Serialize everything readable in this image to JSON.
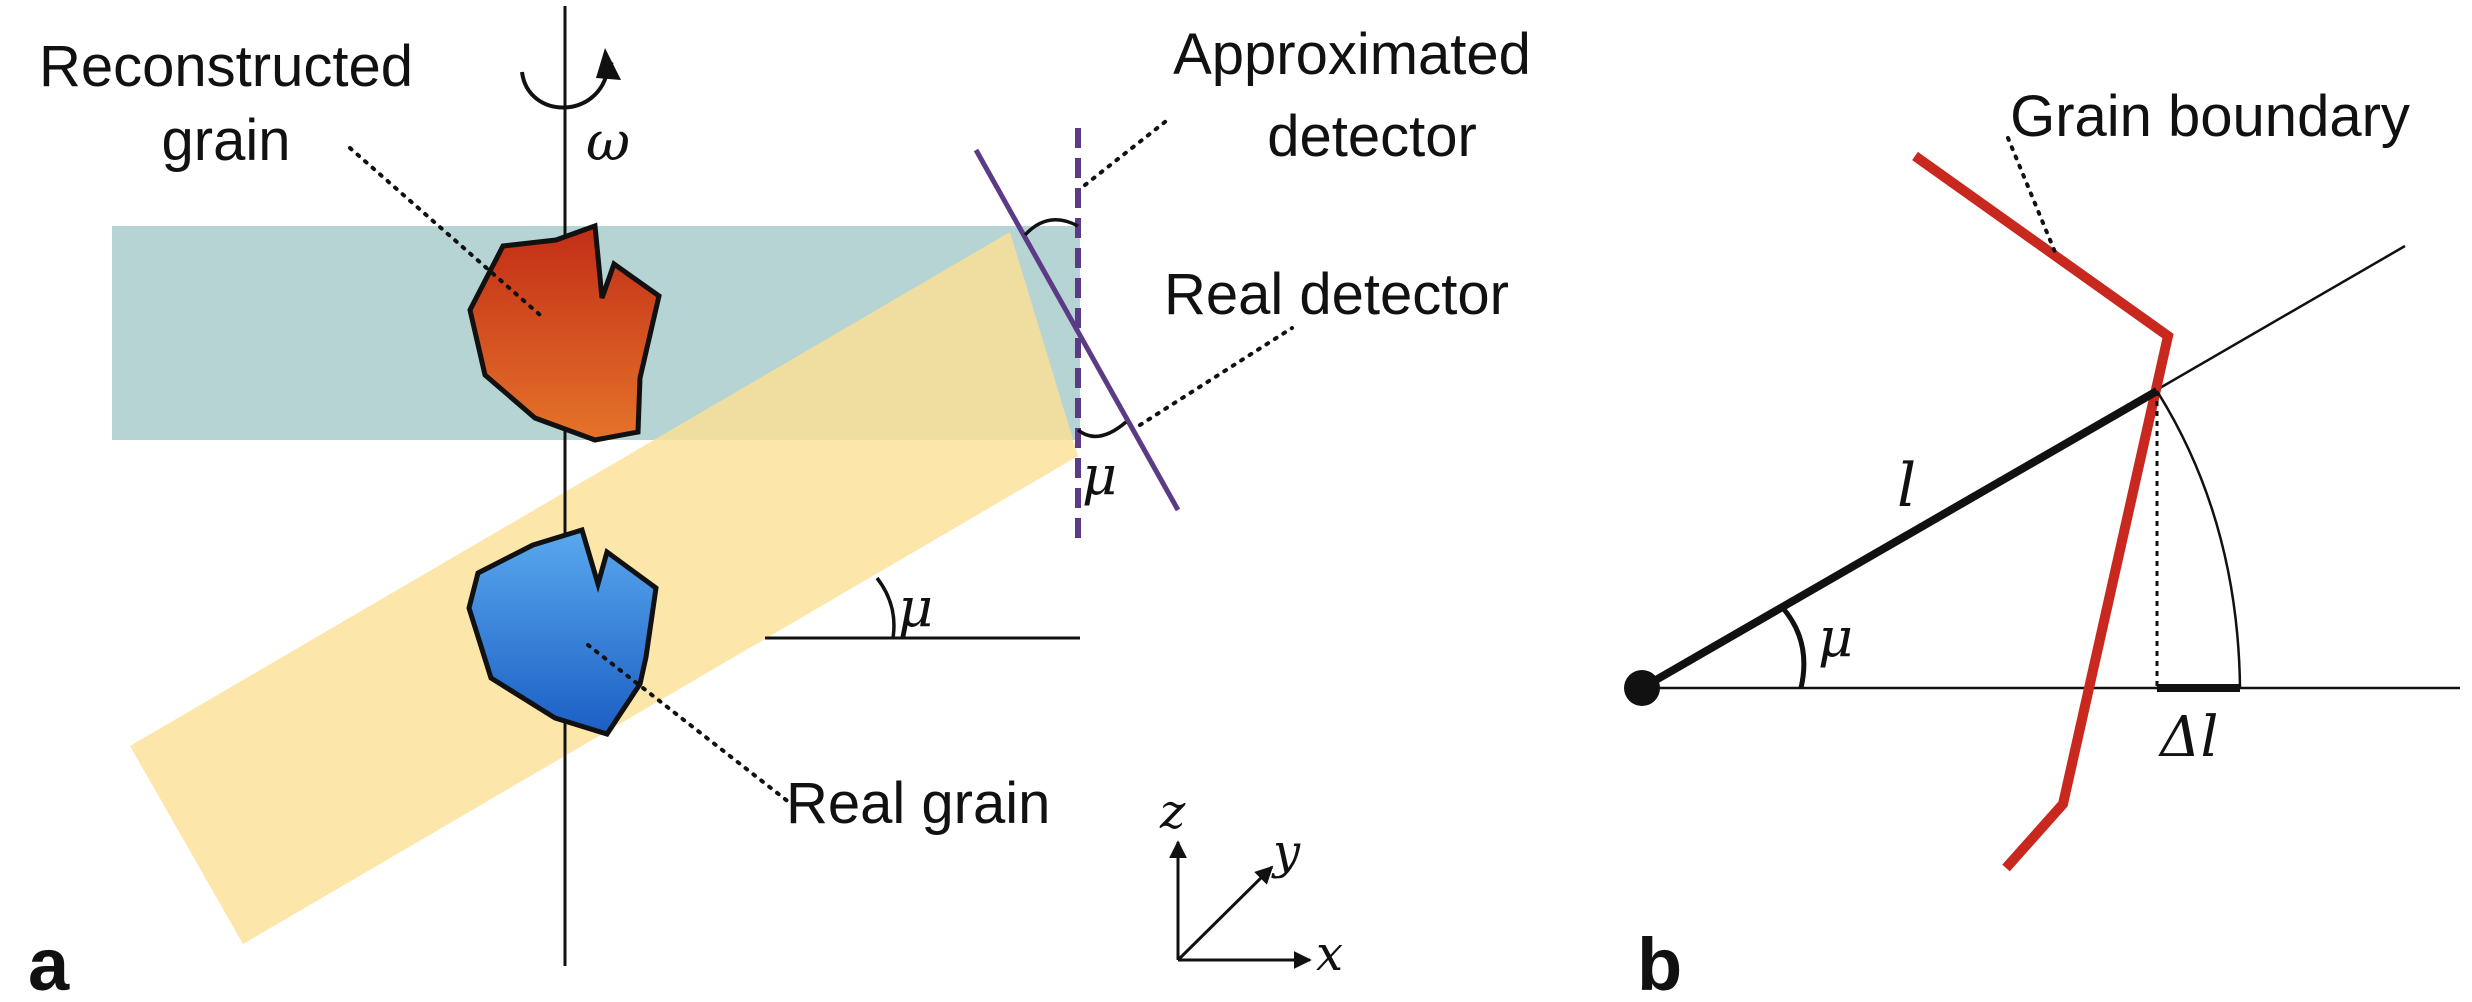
{
  "panel_a": {
    "panel_letter": "a",
    "labels": {
      "reconstructed_line1": "Reconstructed",
      "reconstructed_line2": "grain",
      "approximated_line1": "Approximated",
      "approximated_line2": "detector",
      "real_detector": "Real detector",
      "real_grain": "Real grain",
      "omega": "ω",
      "mu_beam": "μ",
      "mu_detector": "μ"
    },
    "axes": {
      "x": "x",
      "y": "y",
      "z": "z"
    },
    "colors": {
      "horizontal_beam": "#b6d4d3",
      "tilted_beam": "#fde196",
      "reconstructed_grain": "#d1461f",
      "real_grain": "#2f7fd8",
      "detector": "#5b3b86"
    }
  },
  "panel_b": {
    "panel_letter": "b",
    "labels": {
      "grain_boundary": "Grain boundary",
      "l": "l",
      "mu": "μ",
      "delta_l": "Δl"
    },
    "colors": {
      "boundary": "#c8281e"
    }
  }
}
